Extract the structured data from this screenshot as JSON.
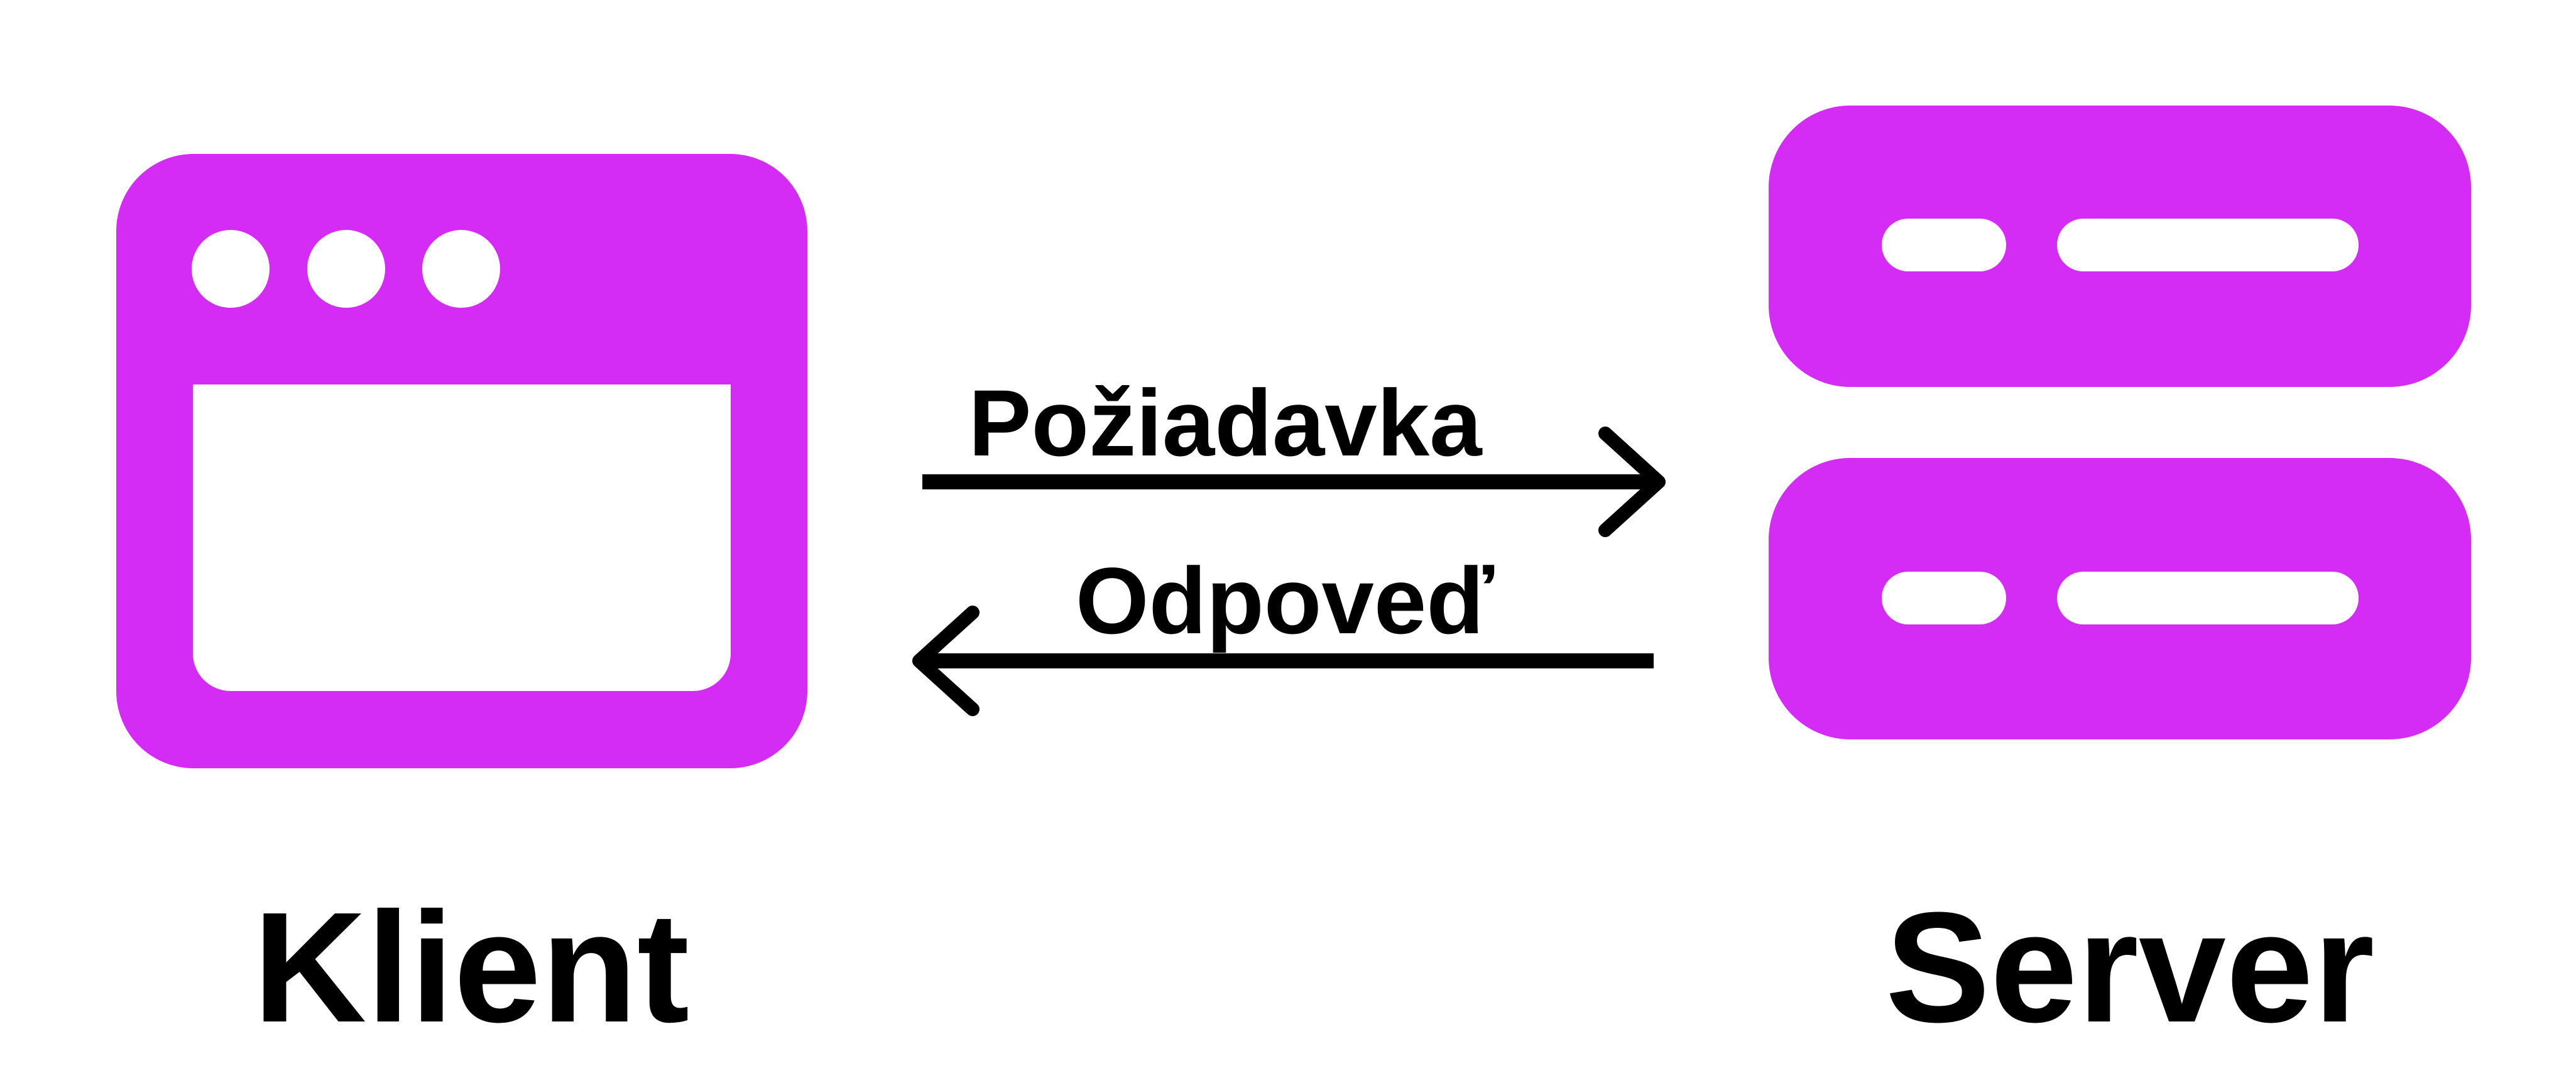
{
  "colors": {
    "accent": "#D42BF5",
    "ink": "#000000",
    "background": "#FFFFFF"
  },
  "client": {
    "label": "Klient",
    "icon": "browser-window-icon"
  },
  "server": {
    "label": "Server",
    "icon": "server-rack-icon"
  },
  "request": {
    "label": "Požiadavka",
    "direction": "client-to-server"
  },
  "response": {
    "label": "Odpoveď",
    "direction": "server-to-client"
  }
}
